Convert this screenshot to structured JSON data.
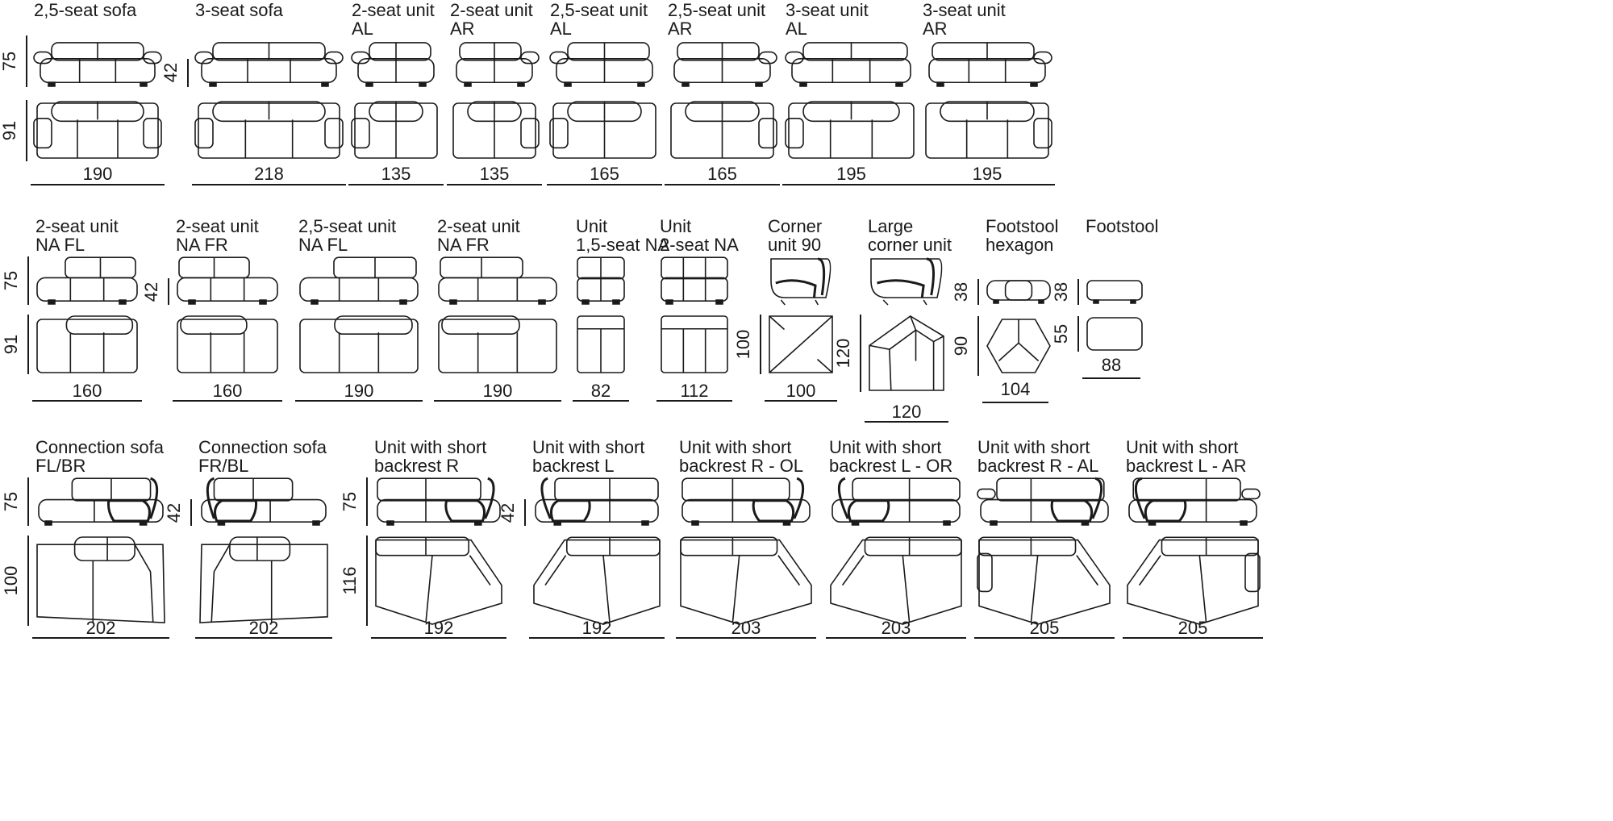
{
  "items": [
    {
      "name": "2,5-seat-sofa",
      "title": [
        "2,5-seat sofa",
        ""
      ],
      "front_h": "75",
      "top_d": "91",
      "width": "190",
      "seat_h": "",
      "type": "sofa"
    },
    {
      "name": "3-seat-sofa",
      "title": [
        "3-seat sofa",
        ""
      ],
      "front_h": "",
      "top_d": "",
      "width": "218",
      "seat_h": "42",
      "type": "sofa"
    },
    {
      "name": "2-seat-unit-al",
      "title": [
        "2-seat unit",
        "AL"
      ],
      "width": "135",
      "type": "unit-left"
    },
    {
      "name": "2-seat-unit-ar",
      "title": [
        "2-seat unit",
        "AR"
      ],
      "width": "135",
      "type": "unit-right"
    },
    {
      "name": "2-5-seat-unit-al",
      "title": [
        "2,5-seat unit",
        "AL"
      ],
      "width": "165",
      "type": "unit-left"
    },
    {
      "name": "2-5-seat-unit-ar",
      "title": [
        "2,5-seat unit",
        "AR"
      ],
      "width": "165",
      "type": "unit-right"
    },
    {
      "name": "3-seat-unit-al",
      "title": [
        "3-seat unit",
        "AL"
      ],
      "width": "195",
      "type": "unit-left"
    },
    {
      "name": "3-seat-unit-ar",
      "title": [
        "3-seat unit",
        "AR"
      ],
      "width": "195",
      "type": "unit-right"
    },
    {
      "name": "2-seat-unit-na-fl",
      "title": [
        "2-seat unit",
        "NA FL"
      ],
      "front_h": "75",
      "top_d": "91",
      "width": "160",
      "type": "na-left"
    },
    {
      "name": "2-seat-unit-na-fr",
      "title": [
        "2-seat unit",
        "NA FR"
      ],
      "seat_h": "42",
      "width": "160",
      "type": "na-right"
    },
    {
      "name": "2-5-seat-unit-na-fl",
      "title": [
        "2,5-seat unit",
        "NA FL"
      ],
      "width": "190",
      "type": "na-left"
    },
    {
      "name": "2-seat-unit-na-fr-2",
      "title": [
        "2-seat unit",
        "NA FR"
      ],
      "width": "190",
      "type": "na-right"
    },
    {
      "name": "unit-1-5-seat-na",
      "title": [
        "Unit",
        "1,5-seat NA"
      ],
      "width": "82",
      "type": "na-single"
    },
    {
      "name": "unit-2-seat-na",
      "title": [
        "Unit",
        "2-seat NA"
      ],
      "width": "112",
      "type": "na-double"
    },
    {
      "name": "corner-unit-90",
      "title": [
        "Corner",
        "unit 90"
      ],
      "top_d": "100",
      "width": "100",
      "type": "corner"
    },
    {
      "name": "large-corner-unit",
      "title": [
        "Large",
        "corner unit"
      ],
      "top_d": "120",
      "width": "120",
      "type": "large-corner"
    },
    {
      "name": "footstool-hexagon",
      "title": [
        "Footstool",
        "hexagon"
      ],
      "front_h": "38",
      "top_d": "90",
      "width": "104",
      "type": "hexagon"
    },
    {
      "name": "footstool",
      "title": [
        "Footstool",
        ""
      ],
      "front_h": "38",
      "top_d": "55",
      "width": "88",
      "type": "footstool"
    },
    {
      "name": "connection-sofa-fl-br",
      "title": [
        "Connection sofa",
        "FL/BR"
      ],
      "front_h": "75",
      "top_d": "100",
      "width": "202",
      "type": "conn-a"
    },
    {
      "name": "connection-sofa-fr-bl",
      "title": [
        "Connection sofa",
        "FR/BL"
      ],
      "seat_h": "42",
      "width": "202",
      "type": "conn-b"
    },
    {
      "name": "unit-short-backrest-r",
      "title": [
        "Unit with short",
        "backrest R"
      ],
      "front_h": "75",
      "top_d": "116",
      "width": "192",
      "type": "short-r"
    },
    {
      "name": "unit-short-backrest-l",
      "title": [
        "Unit with short",
        "backrest L"
      ],
      "seat_h": "42",
      "width": "192",
      "type": "short-l"
    },
    {
      "name": "unit-short-backrest-r-ol",
      "title": [
        "Unit with short",
        "backrest R - OL"
      ],
      "width": "203",
      "type": "short-r"
    },
    {
      "name": "unit-short-backrest-l-or",
      "title": [
        "Unit with short",
        "backrest L - OR"
      ],
      "width": "203",
      "type": "short-l"
    },
    {
      "name": "unit-short-backrest-r-al",
      "title": [
        "Unit with short",
        "backrest R - AL"
      ],
      "width": "205",
      "type": "short-r-arm"
    },
    {
      "name": "unit-short-backrest-l-ar",
      "title": [
        "Unit with short",
        "backrest L - AR"
      ],
      "width": "205",
      "type": "short-l-arm"
    }
  ]
}
